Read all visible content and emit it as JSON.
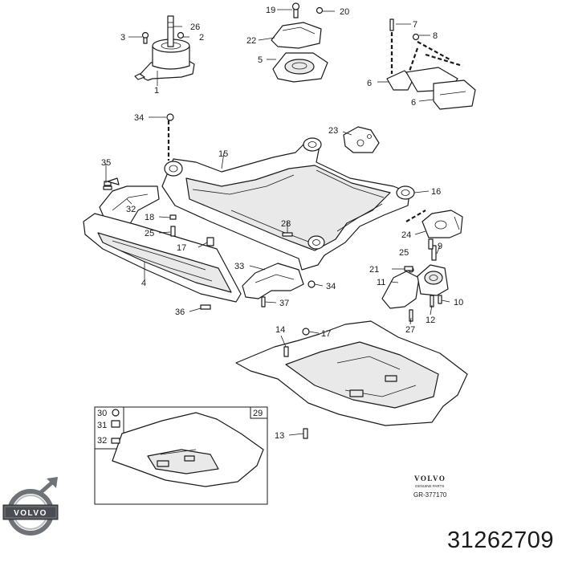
{
  "callouts": {
    "c1": "1",
    "c2": "2",
    "c3": "3",
    "c4": "4",
    "c5": "5",
    "c6a": "6",
    "c6b": "6",
    "c7": "7",
    "c8": "8",
    "c9": "9",
    "c10": "10",
    "c11": "11",
    "c12": "12",
    "c13": "13",
    "c14": "14",
    "c15": "15",
    "c16": "16",
    "c17a": "17",
    "c17b": "17",
    "c18": "18",
    "c19": "19",
    "c20": "20",
    "c21": "21",
    "c22": "22",
    "c23": "23",
    "c24": "24",
    "c25a": "25",
    "c25b": "25",
    "c26": "26",
    "c27": "27",
    "c28": "28",
    "c29": "29",
    "c30": "30",
    "c31": "31",
    "c32a": "32",
    "c32b": "32",
    "c33": "33",
    "c34a": "34",
    "c34b": "34",
    "c35": "35",
    "c36": "36",
    "c37": "37"
  },
  "brand": {
    "word": "VOLVO",
    "subline": "GENUINE PARTS",
    "drawing_ref": "GR-377170",
    "badge_text": "VOLVO"
  },
  "part_number": "31262709"
}
